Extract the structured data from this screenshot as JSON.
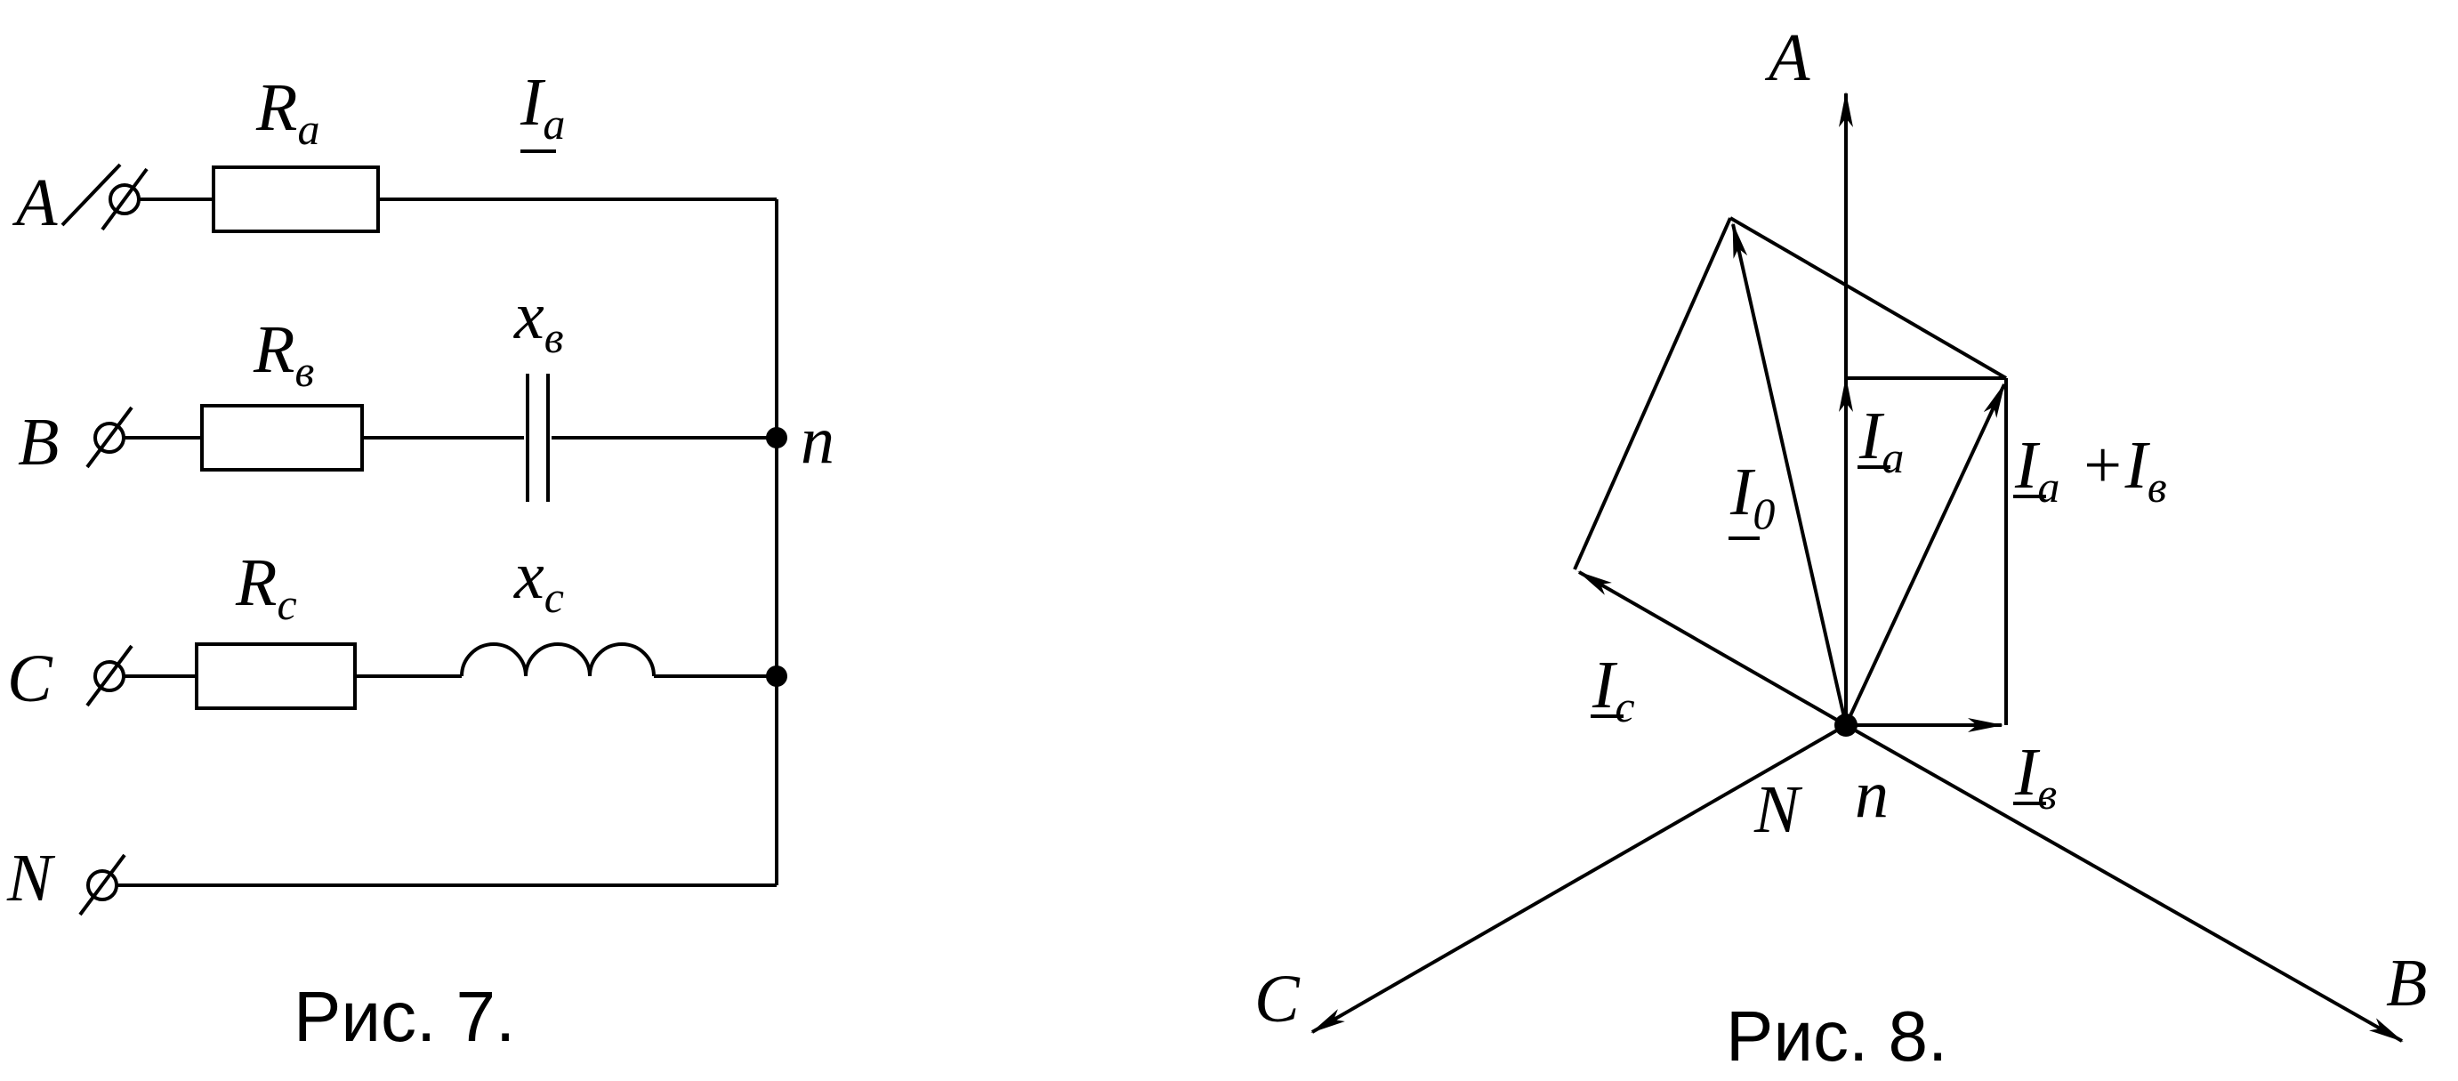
{
  "fig7": {
    "caption": "Рис. 7.",
    "terminals": {
      "a": "A",
      "b": "B",
      "c": "C",
      "n": "N"
    },
    "labels": {
      "ra_main": "R",
      "ra_sub": "a",
      "rb_main": "R",
      "rb_sub": "в",
      "rc_main": "R",
      "rc_sub": "c",
      "xb_main": "x",
      "xb_sub": "в",
      "xc_main": "x",
      "xc_sub": "c",
      "ia_main": "I",
      "ia_sub": "a",
      "node": "n"
    }
  },
  "fig8": {
    "caption": "Рис. 8.",
    "axes": {
      "a": "A",
      "b": "B",
      "c": "C"
    },
    "points": {
      "neutral": "N",
      "node": "n"
    },
    "labels": {
      "i0_main": "I",
      "i0_sub": "0",
      "ia_main": "I",
      "ia_sub": "a",
      "iab_main": "I",
      "iab_sub": "a",
      "iab_plus": "+I",
      "iab_sub2": "в",
      "ic_main": "I",
      "ic_sub": "c",
      "ib_main": "I",
      "ib_sub": "в"
    }
  }
}
